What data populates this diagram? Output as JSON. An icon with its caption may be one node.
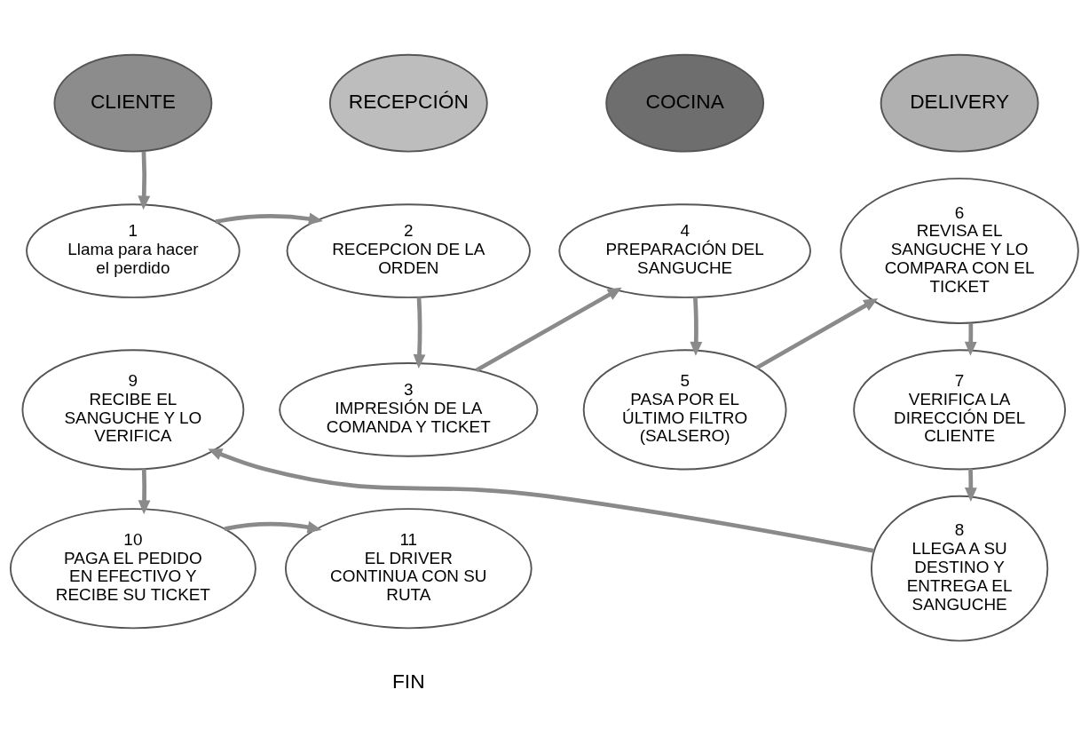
{
  "diagram": {
    "nodes": [
      {
        "text": [
          "CLIENTE"
        ]
      },
      {
        "text": [
          "RECEPCIÓN"
        ]
      },
      {
        "text": [
          "COCINA"
        ]
      },
      {
        "text": [
          "DELIVERY"
        ]
      },
      {
        "text": [
          "1",
          "Llama para hacer el perdido"
        ]
      },
      {
        "text": [
          "2",
          "RECEPCION DE LA ORDEN"
        ]
      },
      {
        "text": [
          "3",
          "IMPRESIÓN DE LA COMANDA Y TICKET"
        ]
      },
      {
        "text": [
          "4",
          "PREPARACIÓN DEL SANGUCHE"
        ]
      },
      {
        "text": [
          "5",
          "PASA POR EL ÚLTIMO FILTRO (SALSERO)"
        ]
      },
      {
        "text": [
          "6",
          "REVISA EL SANGUCHE Y LO COMPARA CON EL TICKET"
        ]
      },
      {
        "text": [
          "7",
          "VERIFICA LA DIRECCIÓN DEL CLIENTE"
        ]
      },
      {
        "text": [
          "8",
          "LLEGA A SU DESTINO Y ENTREGA EL SANGUCHE"
        ]
      },
      {
        "text": [
          "9",
          "RECIBE EL SANGUCHE Y LO VERIFICA"
        ]
      },
      {
        "text": [
          "10",
          "PAGA EL PEDIDO EN EFECTIVO Y RECIBE SU TICKET"
        ]
      },
      {
        "text": [
          "11",
          "EL DRIVER CONTINUA CON SU RUTA"
        ]
      }
    ],
    "edges": [
      {
        "from": 0,
        "to": 4,
        "arrow": "to"
      },
      {
        "from": 4,
        "to": 5,
        "arrow": "to"
      },
      {
        "from": 5,
        "to": 6,
        "arrow": "to"
      },
      {
        "from": 6,
        "to": 7,
        "arrow": "to"
      },
      {
        "from": 7,
        "to": 8,
        "arrow": "to"
      },
      {
        "from": 8,
        "to": 9,
        "arrow": "to"
      },
      {
        "from": 9,
        "to": 10,
        "arrow": "to"
      },
      {
        "from": 10,
        "to": 11,
        "arrow": "to"
      },
      {
        "from": 11,
        "to": 12,
        "arrow": "to"
      },
      {
        "from": 12,
        "to": 13,
        "arrow": "to"
      },
      {
        "from": 13,
        "to": 14,
        "arrow": "to"
      }
    ],
    "labels": [
      "FIN"
    ]
  }
}
